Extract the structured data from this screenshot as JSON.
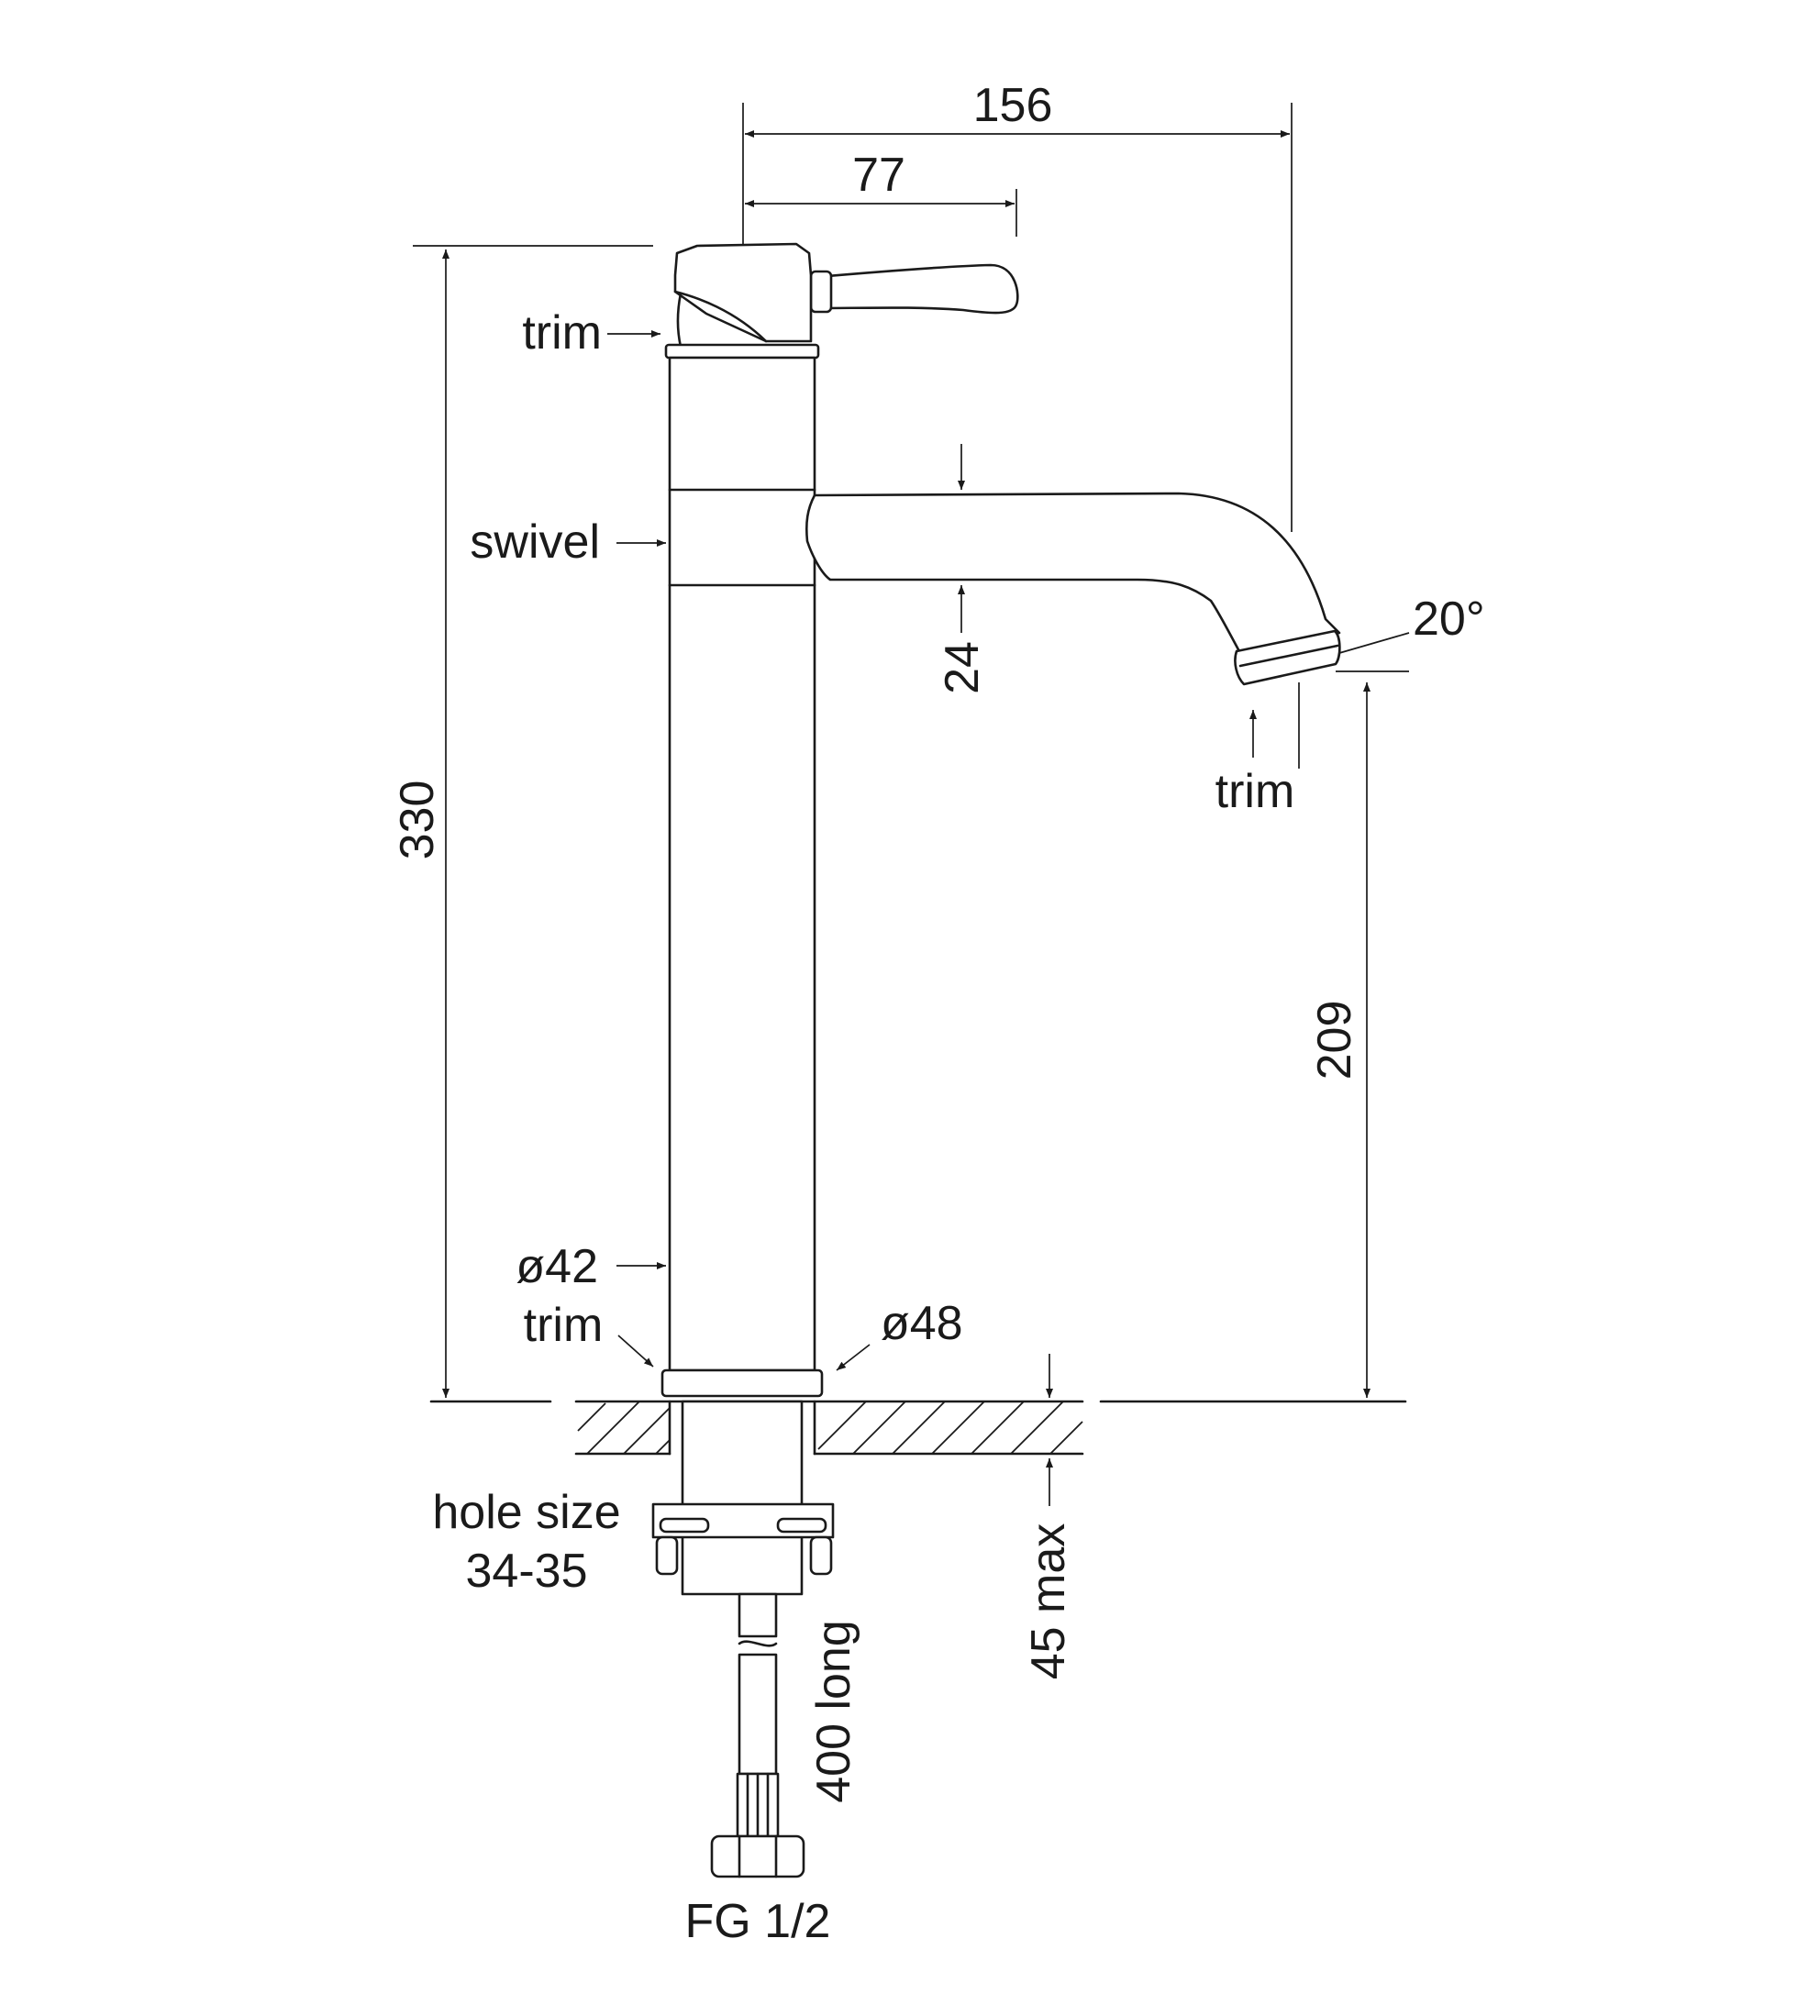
{
  "dimensions": {
    "total_reach": "156",
    "lever_reach": "77",
    "total_height": "330",
    "spout_height": "209",
    "spout_diameter": "24",
    "spout_angle": "20°",
    "body_diameter": "ø42",
    "base_diameter": "ø48",
    "counter_thickness": "45 max",
    "hose_length": "400 long"
  },
  "labels": {
    "trim_top": "trim",
    "swivel": "swivel",
    "trim_spout": "trim",
    "trim_base": "trim",
    "hole_size_line1": "hole size",
    "hole_size_line2": "34-35",
    "connector": "FG 1/2"
  },
  "colors": {
    "line": "#1a1a1a",
    "background": "#ffffff"
  }
}
